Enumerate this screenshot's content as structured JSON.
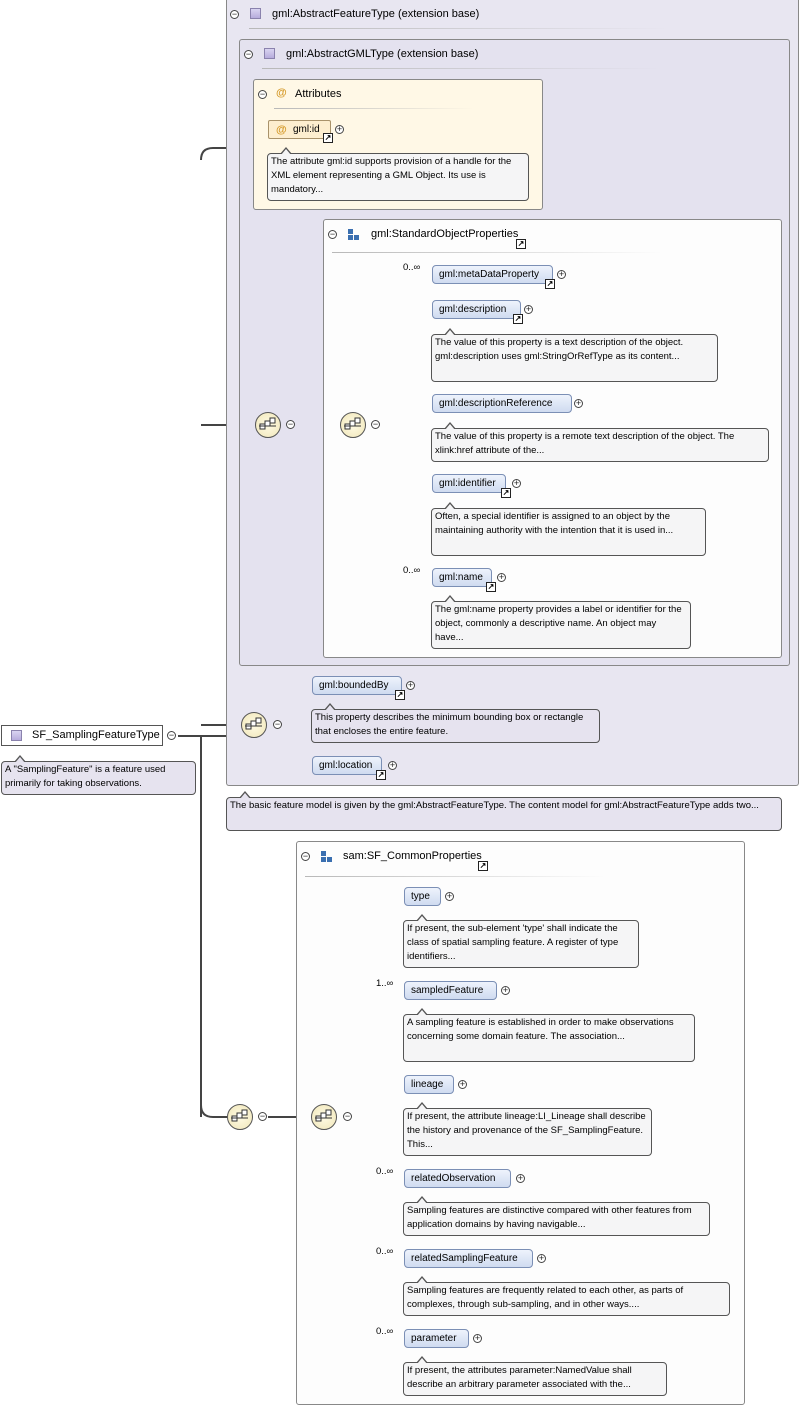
{
  "root": {
    "name": "SF_SamplingFeatureType",
    "note": "A \"SamplingFeature\" is a feature used primarily for taking observations."
  },
  "extension1": {
    "title": "gml:AbstractFeatureType (extension base)",
    "note": "The basic feature model is given by the gml:AbstractFeatureType. The content model for gml:AbstractFeatureType adds two..."
  },
  "extension2": {
    "title": "gml:AbstractGMLType (extension base)"
  },
  "attributes": {
    "title": "Attributes",
    "at_symbol": "@",
    "items": [
      {
        "name": "gml:id",
        "note": "The attribute gml:id supports provision of a handle for the XML element representing a GML Object. Its use is mandatory..."
      }
    ]
  },
  "standard_props": {
    "title": "gml:StandardObjectProperties",
    "items": [
      {
        "name": "gml:metaDataProperty",
        "card": "0..∞",
        "note": ""
      },
      {
        "name": "gml:description",
        "card": "",
        "note": "The value of this property is a text description of the object. gml:description uses gml:StringOrRefType as its content..."
      },
      {
        "name": "gml:descriptionReference",
        "card": "",
        "note": "The value of this property is a remote text description of the object. The xlink:href attribute of the..."
      },
      {
        "name": "gml:identifier",
        "card": "",
        "note": "Often, a special identifier is assigned to an object by the maintaining authority with the intention that it is used in..."
      },
      {
        "name": "gml:name",
        "card": "0..∞",
        "note": "The gml:name property provides a label or identifier for the object, commonly a descriptive name. An object may have..."
      }
    ]
  },
  "feature_props": {
    "items": [
      {
        "name": "gml:boundedBy",
        "note": "This property describes the minimum bounding box or rectangle that encloses the entire feature."
      },
      {
        "name": "gml:location",
        "note": ""
      }
    ]
  },
  "sam_props": {
    "title": "sam:SF_CommonProperties",
    "items": [
      {
        "name": "type",
        "card": "",
        "note": "If present, the sub-element 'type' shall indicate the class of spatial sampling feature. A register of type identifiers..."
      },
      {
        "name": "sampledFeature",
        "card": "1..∞",
        "note": "A sampling feature is established in order to make observations concerning some domain feature. The association..."
      },
      {
        "name": "lineage",
        "card": "",
        "note": "If present, the attribute lineage:LI_Lineage shall describe the history and provenance of the SF_SamplingFeature. This..."
      },
      {
        "name": "relatedObservation",
        "card": "0..∞",
        "note": "Sampling features are distinctive compared with other features from application domains by having navigable..."
      },
      {
        "name": "relatedSamplingFeature",
        "card": "0..∞",
        "note": "Sampling features are frequently related to each other, as parts of complexes, through sub-sampling, and in other ways...."
      },
      {
        "name": "parameter",
        "card": "0..∞",
        "note": "If present, the attributes parameter:NamedValue shall describe an arbitrary parameter associated with the..."
      }
    ]
  },
  "symbols": {
    "collapse": "−",
    "expand": "+",
    "link": "↗"
  },
  "icons": {
    "type": "complex-type-icon",
    "group": "model-group-icon",
    "sequence": "sequence-compositor-icon"
  }
}
